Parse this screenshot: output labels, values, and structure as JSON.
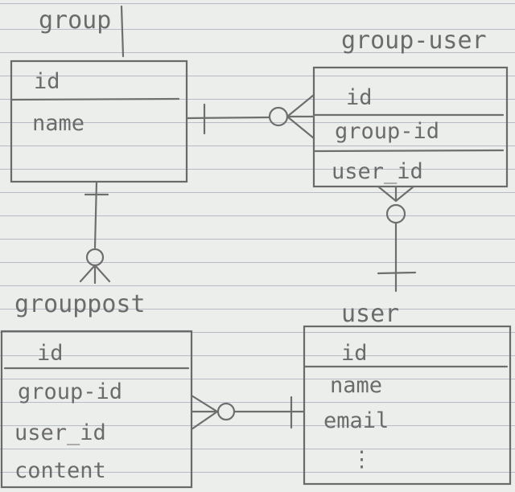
{
  "entities": {
    "group": {
      "title": "group",
      "fields": [
        "id",
        "name"
      ]
    },
    "group_user": {
      "title": "group-user",
      "fields": [
        "id",
        "group-id",
        "user_id"
      ]
    },
    "grouppost": {
      "title": "grouppost",
      "fields": [
        "id",
        "group-id",
        "user_id",
        "content"
      ]
    },
    "user": {
      "title": "user",
      "fields": [
        "id",
        "name",
        "email",
        "⋮"
      ]
    }
  },
  "colors": {
    "paper": "#eceeec",
    "rule_line": "#b7bcc4",
    "pencil": "#6b6b6b"
  }
}
